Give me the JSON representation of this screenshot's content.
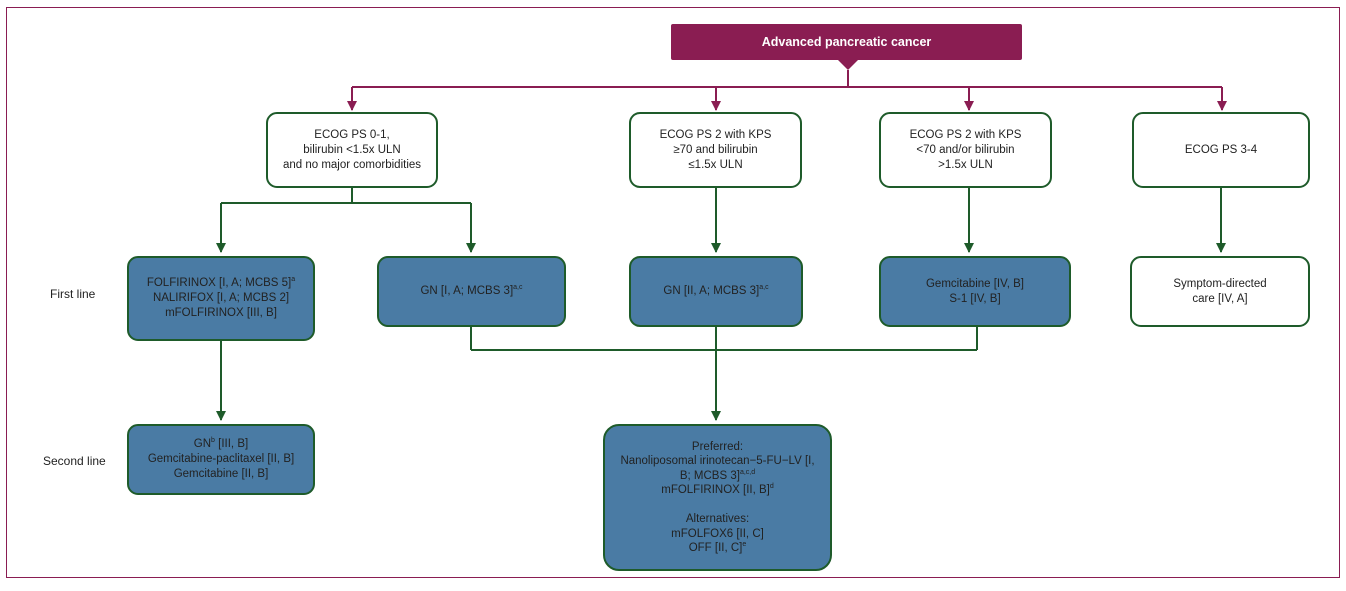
{
  "root": {
    "label": "Advanced pancreatic cancer"
  },
  "criteria": [
    {
      "lines": [
        "ECOG PS 0-1,",
        "bilirubin <1.5x ULN",
        "and no major comorbidities"
      ]
    },
    {
      "lines": [
        "ECOG PS 2 with KPS",
        "≥70 and bilirubin",
        "≤1.5x ULN"
      ]
    },
    {
      "lines": [
        "ECOG PS 2 with KPS",
        "<70 and/or bilirubin",
        ">1.5x ULN"
      ]
    },
    {
      "lines": [
        "ECOG PS 3-4"
      ]
    }
  ],
  "row_labels": {
    "first": "First line",
    "second": "Second line"
  },
  "first_line": [
    {
      "lines": [
        {
          "text": "FOLFIRINOX [I, A; MCBS 5]",
          "sup": "a"
        },
        {
          "text": "NALIRIFOX [I, A; MCBS 2]"
        },
        {
          "text": "mFOLFIRINOX [III, B]"
        }
      ]
    },
    {
      "lines": [
        {
          "text": "GN [I, A; MCBS 3]",
          "sup": "a,c"
        }
      ]
    },
    {
      "lines": [
        {
          "text": "GN [II, A; MCBS 3]",
          "sup": "a,c"
        }
      ]
    },
    {
      "lines": [
        {
          "text": "Gemcitabine [IV, B]"
        },
        {
          "text": "S-1 [IV, B]"
        }
      ]
    },
    {
      "lines": [
        {
          "text": "Symptom-directed"
        },
        {
          "text": "care [IV, A]"
        }
      ]
    }
  ],
  "second_line": [
    {
      "lines": [
        {
          "text": "GN",
          "sup": "b",
          "after": " [III, B]"
        },
        {
          "text": "Gemcitabine-paclitaxel [II, B]"
        },
        {
          "text": "Gemcitabine [II, B]"
        }
      ]
    },
    {
      "lines": [
        {
          "text": "Preferred:"
        },
        {
          "text": "Nanoliposomal irinotecan−5-FU−LV [I,"
        },
        {
          "text": "B; MCBS 3]",
          "sup": "a,c,d"
        },
        {
          "text": "mFOLFIRINOX [II, B]",
          "sup": "d"
        },
        {
          "text": ""
        },
        {
          "text": "Alternatives:"
        },
        {
          "text": "mFOLFOX6 [II, C]"
        },
        {
          "text": "OFF [II, C]",
          "sup": "e"
        }
      ]
    }
  ],
  "colors": {
    "root": "#8a1d52",
    "node_border": "#1e5b2a",
    "blue_fill": "#4a7ba4",
    "connector": "#1e5b2a"
  }
}
